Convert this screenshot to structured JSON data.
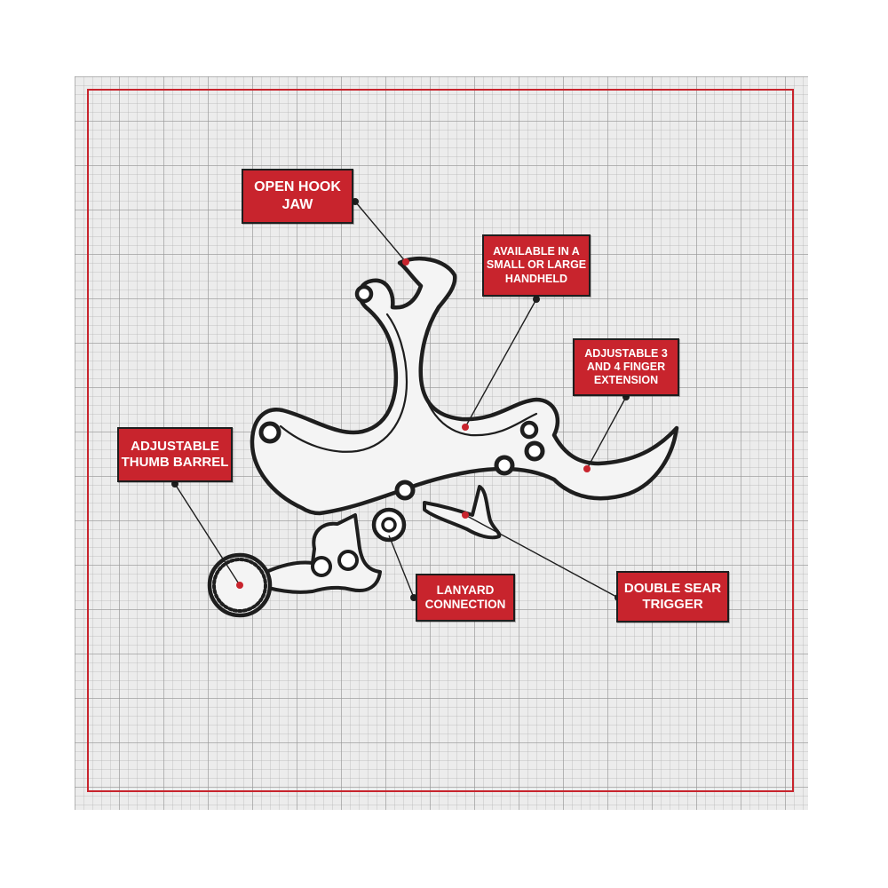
{
  "colors": {
    "accent_red": "#c8242d",
    "outline": "#1e1e1e",
    "paper": "#ececec",
    "part_fill": "#f4f4f4"
  },
  "callouts": {
    "open_hook_jaw": "OPEN HOOK\nJAW",
    "handheld_size": "AVAILABLE IN A\nSMALL OR LARGE\nHANDHELD",
    "finger_extension": "ADJUSTABLE 3\nAND 4 FINGER\nEXTENSION",
    "thumb_barrel": "ADJUSTABLE\nTHUMB BARREL",
    "lanyard_connection": "LANYARD\nCONNECTION",
    "double_sear_trigger": "DOUBLE SEAR\nTRIGGER"
  }
}
